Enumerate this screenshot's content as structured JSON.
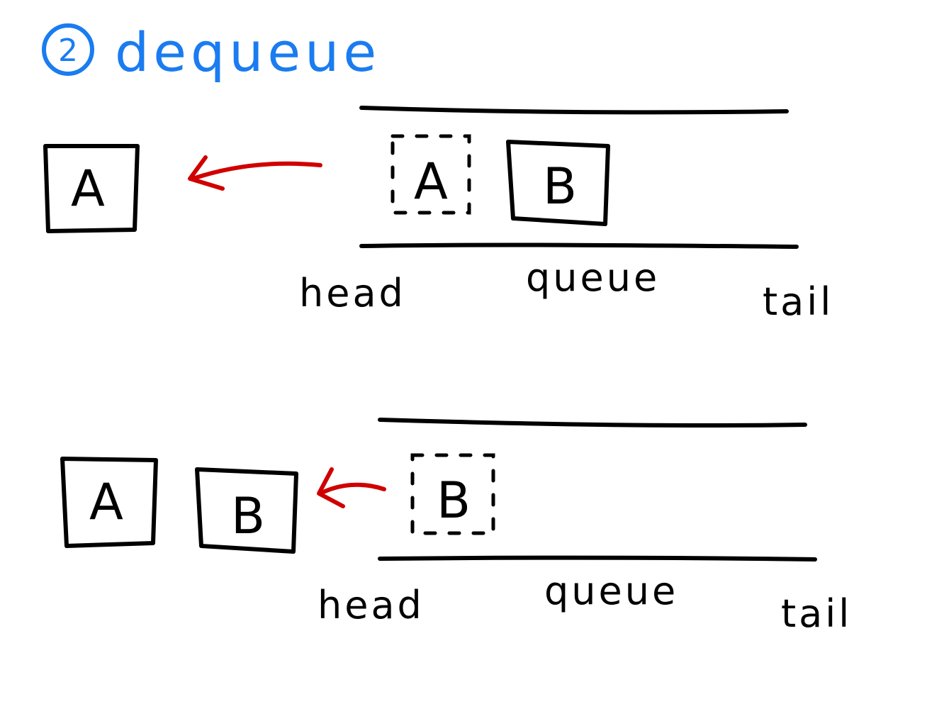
{
  "title": {
    "step_number": "2",
    "text": "dequeue"
  },
  "colors": {
    "ink": "#000000",
    "title_blue": "#1a7cf0",
    "arrow_red": "#d00000"
  },
  "icons": {
    "arrow": "arrow-left-icon",
    "step_marker": "circled-number-icon"
  },
  "stages": [
    {
      "dequeued_items": [
        "A"
      ],
      "ghost_item": "A",
      "queue_items": [
        "B"
      ],
      "labels": {
        "head": "head",
        "queue": "queue",
        "tail": "tail"
      }
    },
    {
      "dequeued_items": [
        "A",
        "B"
      ],
      "ghost_item": "B",
      "queue_items": [],
      "labels": {
        "head": "head",
        "queue": "queue",
        "tail": "tail"
      }
    }
  ]
}
